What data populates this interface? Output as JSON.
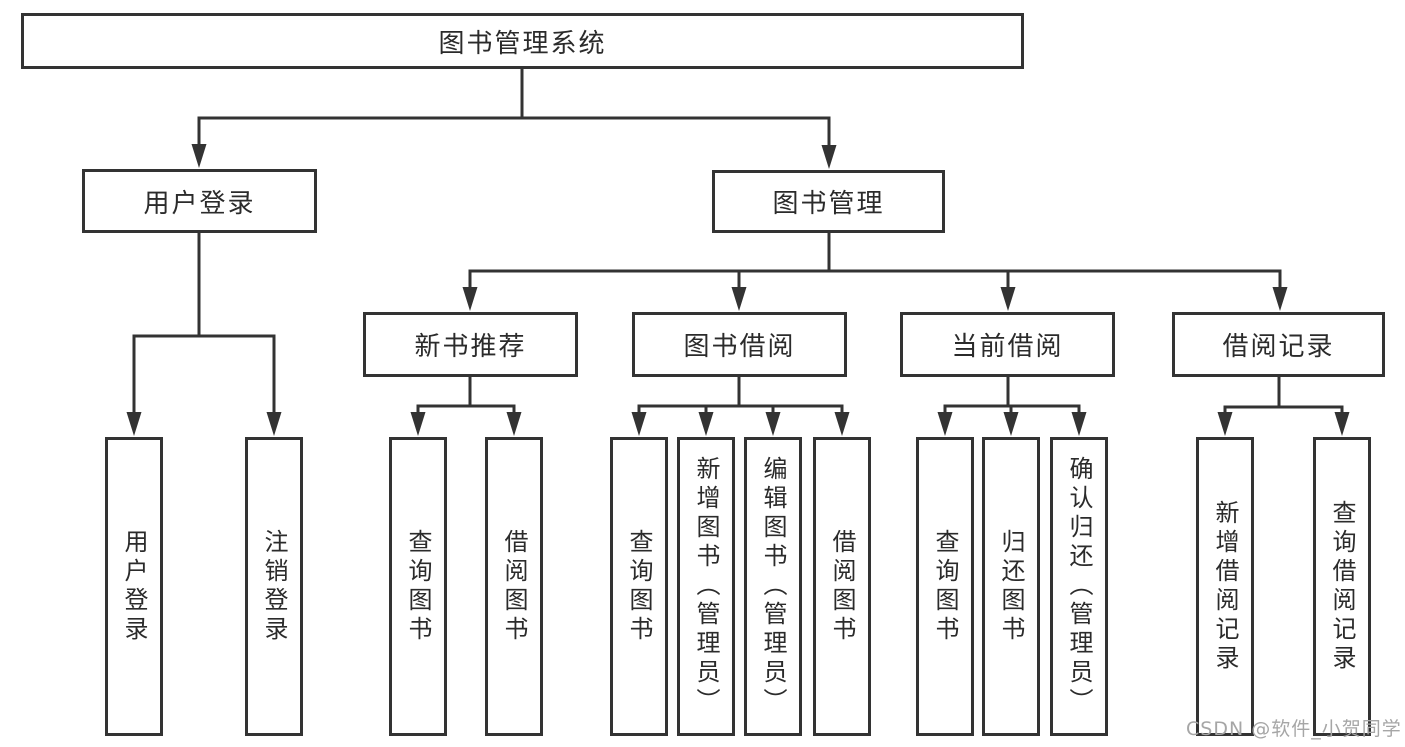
{
  "diagram": {
    "root": {
      "label": "图书管理系统"
    },
    "level2": [
      {
        "label": "用户登录"
      },
      {
        "label": "图书管理"
      }
    ],
    "level3": [
      {
        "label": "新书推荐"
      },
      {
        "label": "图书借阅"
      },
      {
        "label": "当前借阅"
      },
      {
        "label": "借阅记录"
      }
    ],
    "leaves": [
      {
        "label": "用户登录"
      },
      {
        "label": "注销登录"
      },
      {
        "label": "查询图书"
      },
      {
        "label": "借阅图书"
      },
      {
        "label": "查询图书"
      },
      {
        "label": "新增图书（管理员）"
      },
      {
        "label": "编辑图书（管理员）"
      },
      {
        "label": "借阅图书"
      },
      {
        "label": "查询图书"
      },
      {
        "label": "归还图书"
      },
      {
        "label": "确认归还（管理员）"
      },
      {
        "label": "新增借阅记录"
      },
      {
        "label": "查询借阅记录"
      }
    ]
  },
  "watermark": {
    "text": "CSDN @软件_小贺同学"
  },
  "colors": {
    "line": "#333333",
    "box_border": "#333333",
    "text": "#2b2b2b",
    "watermark": "#a6a6a6",
    "background": "#ffffff"
  }
}
